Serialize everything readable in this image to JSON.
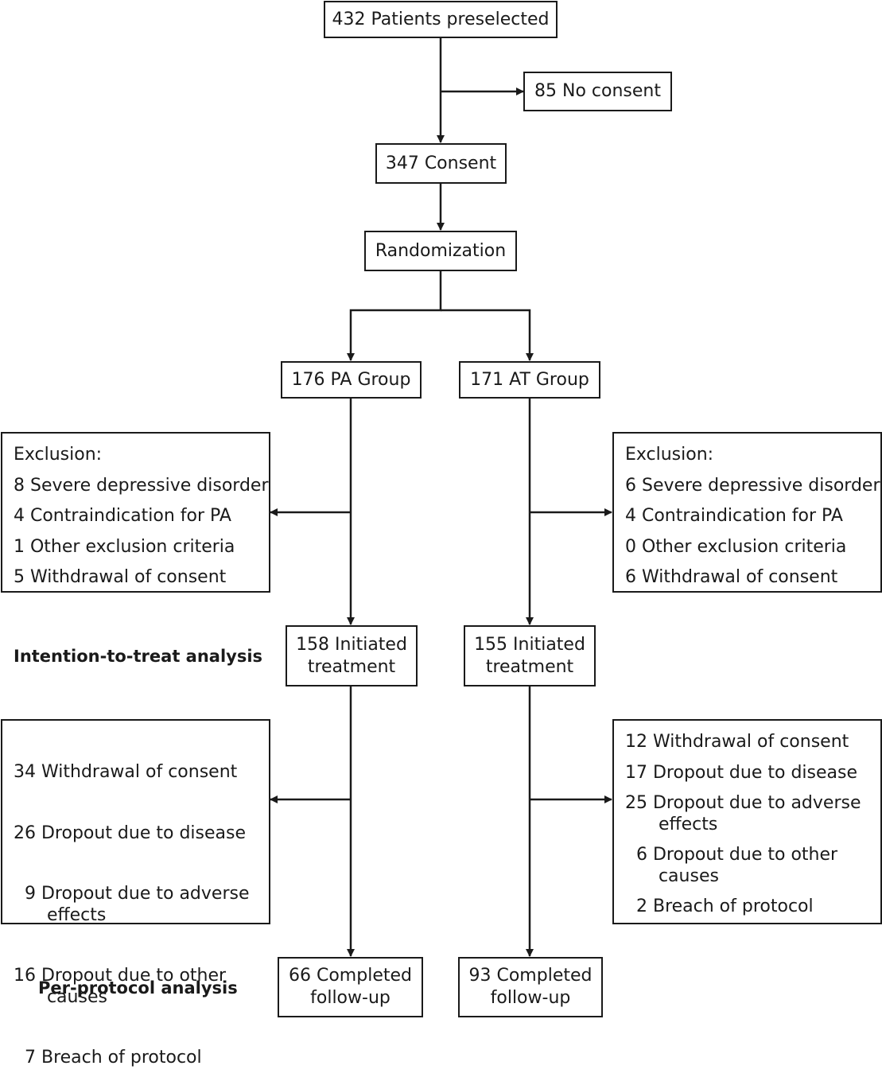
{
  "nodes": {
    "preselected": "432 Patients preselected",
    "no_consent": "85 No consent",
    "consent": "347 Consent",
    "randomization": "Randomization",
    "pa_group": "176 PA Group",
    "at_group": "171 AT Group",
    "pa_initiated": [
      "158 Initiated",
      "treatment"
    ],
    "at_initiated": [
      "155 Initiated",
      "treatment"
    ],
    "pa_completed": [
      "66 Completed",
      "follow-up"
    ],
    "at_completed": [
      "93 Completed",
      "follow-up"
    ]
  },
  "exclusion_left": [
    "Exclusion:",
    "8 Severe depressive disorder",
    "4 Contraindication for PA",
    "1 Other exclusion criteria",
    "5 Withdrawal of consent"
  ],
  "exclusion_right": [
    "Exclusion:",
    "6 Severe depressive disorder",
    "4 Contraindication for PA",
    "0 Other exclusion criteria",
    "6 Withdrawal of consent"
  ],
  "dropout_left": [
    "34 Withdrawal of consent",
    "26 Dropout due to disease",
    "  9 Dropout due to adverse\n      effects",
    "16 Dropout due to other\n      causes",
    "  7 Breach of protocol"
  ],
  "dropout_right": [
    "12 Withdrawal of consent",
    "17 Dropout due to disease",
    "25 Dropout due to adverse\n      effects",
    "  6 Dropout due to other\n      causes",
    "  2 Breach of protocol"
  ],
  "labels": {
    "itt": "Intention-to-treat analysis",
    "pp": "Per-protocol analysis"
  }
}
